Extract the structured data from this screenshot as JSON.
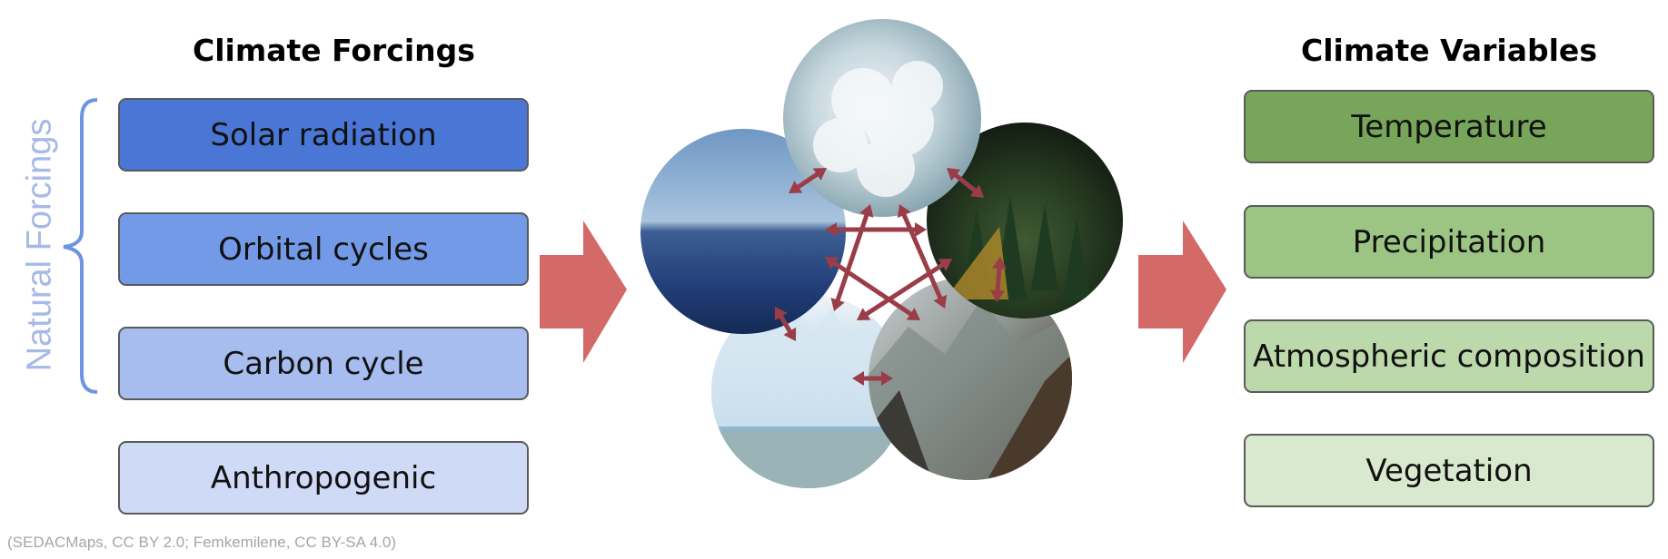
{
  "forcings": {
    "heading": "Climate Forcings",
    "group_label": "Natural Forcings",
    "items": [
      {
        "label": "Solar radiation",
        "color": "#4a77d6"
      },
      {
        "label": "Orbital cycles",
        "color": "#739ae6"
      },
      {
        "label": "Carbon cycle",
        "color": "#a7bdf0"
      },
      {
        "label": "Anthropogenic",
        "color": "#cfdaf6"
      }
    ],
    "bracket_color": "#6d93e3"
  },
  "variables": {
    "heading": "Climate Variables",
    "items": [
      {
        "label": "Temperature",
        "color": "#77a65a"
      },
      {
        "label": "Precipitation",
        "color": "#9cc584"
      },
      {
        "label": "Atmospheric composition",
        "color": "#bcd9ab"
      },
      {
        "label": "Vegetation",
        "color": "#d9e9cf"
      }
    ]
  },
  "system_images": [
    {
      "icon": "clouds-image"
    },
    {
      "icon": "ocean-image"
    },
    {
      "icon": "forest-image"
    },
    {
      "icon": "glacier-image"
    },
    {
      "icon": "mountains-image"
    }
  ],
  "colors": {
    "arrow_big": "#d46a68",
    "arrow_interaction": "#9b3d48"
  },
  "credit": "(SEDACMaps, CC BY 2.0; Femkemilene, CC BY-SA 4.0)"
}
